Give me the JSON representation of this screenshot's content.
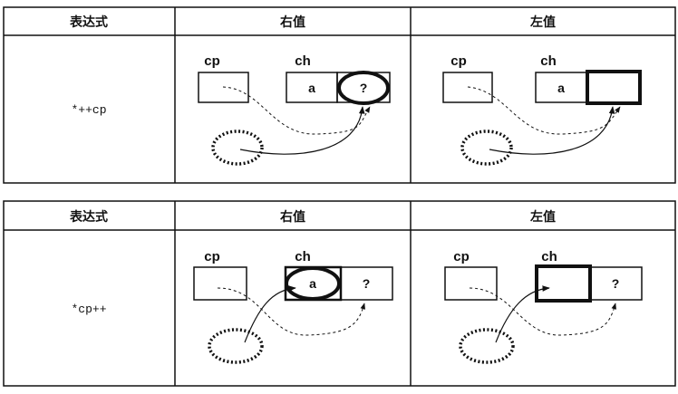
{
  "tables": [
    {
      "headers": [
        "表达式",
        "右值",
        "左值"
      ],
      "expression": "*++cp",
      "rvalue": {
        "cp_label": "cp",
        "ch_label": "ch",
        "cell1": "a",
        "cell2": "?"
      },
      "lvalue": {
        "cp_label": "cp",
        "ch_label": "ch",
        "cell1": "a",
        "cell2": ""
      }
    },
    {
      "headers": [
        "表达式",
        "右值",
        "左值"
      ],
      "expression": "*cp++",
      "rvalue": {
        "cp_label": "cp",
        "ch_label": "ch",
        "cell1": "a",
        "cell2": "?"
      },
      "lvalue": {
        "cp_label": "cp",
        "ch_label": "ch",
        "cell1": "",
        "cell2": "?"
      }
    }
  ]
}
